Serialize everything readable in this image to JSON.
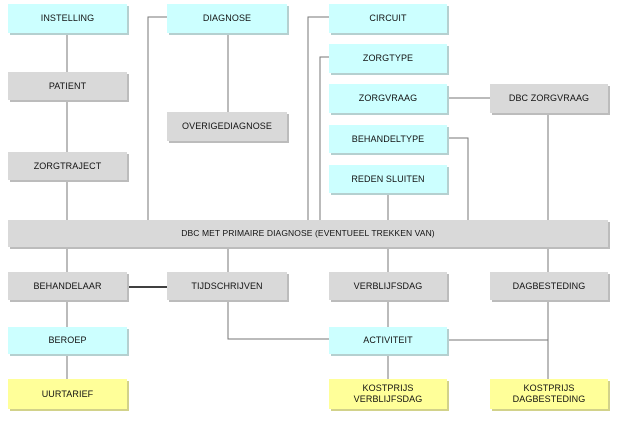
{
  "colors": {
    "gray": "#d9d9d9",
    "cyan": "#ccffff",
    "yellow": "#ffff99",
    "line": "#777777"
  },
  "nodes": {
    "instelling": "INSTELLING",
    "diagnose": "DIAGNOSE",
    "circuit": "CIRCUIT",
    "zorgtype": "ZORGTYPE",
    "patient": "PATIENT",
    "zorgvraag": "ZORGVRAAG",
    "dbc_zorgvraag": "DBC ZORGVRAAG",
    "overige_diagnose": "OVERIGEDIAGNOSE",
    "behandeltype": "BEHANDELTYPE",
    "zorgtraject": "ZORGTRAJECT",
    "reden_sluiten": "REDEN SLUITEN",
    "dbc": "DBC MET PRIMAIRE DIAGNOSE (EVENTUEEL TREKKEN VAN)",
    "behandelaar": "BEHANDELAAR",
    "tijdschrijven": "TIJDSCHRIJVEN",
    "verblijfsdag": "VERBLIJFSDAG",
    "dagbesteding": "DAGBESTEDING",
    "beroep": "BEROEP",
    "activiteit": "ACTIVITEIT",
    "uurtarief": "UURTARIEF",
    "kostprijs_verblijfsdag": "KOSTPRIJS\nVERBLIJFSDAG",
    "kostprijs_dagbesteding": "KOSTPRIJS\nDAGBESTEDING"
  }
}
